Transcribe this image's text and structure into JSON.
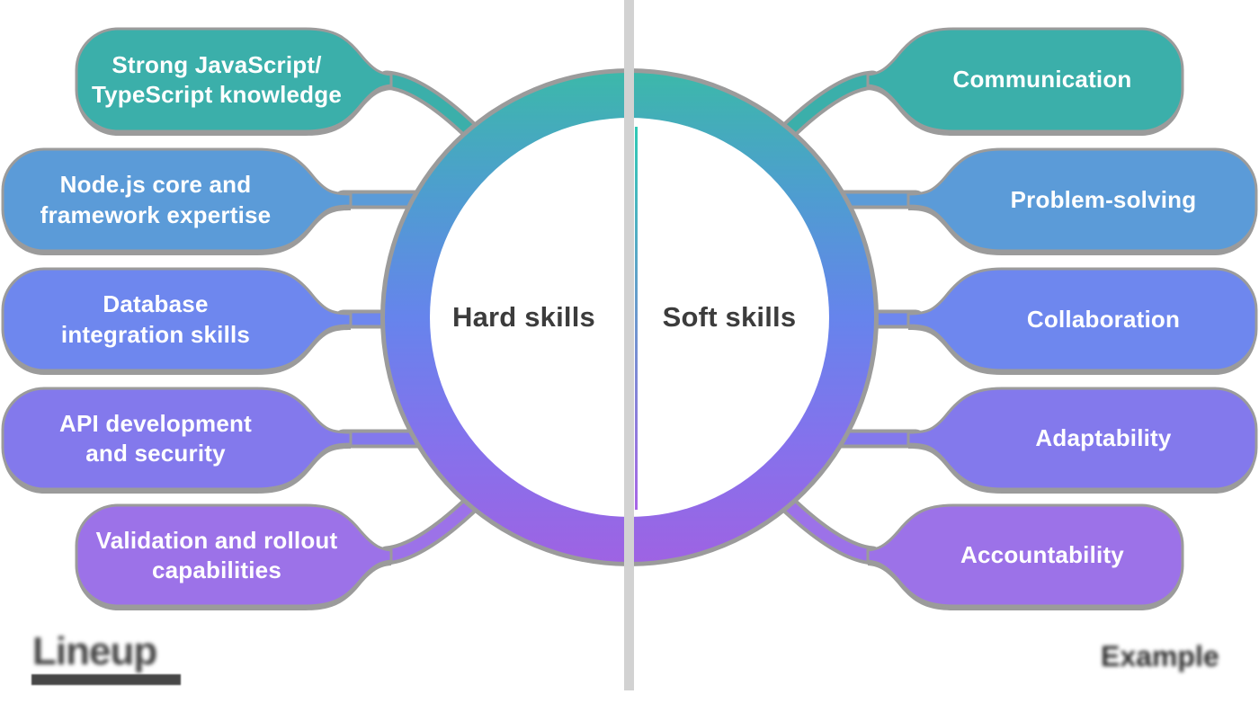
{
  "center": {
    "hard_label": "Hard skills",
    "soft_label": "Soft skills"
  },
  "ring": {
    "gradient": {
      "top": "#3CB8AA",
      "upper": "#4E9DD0",
      "middle": "#6684EC",
      "lower": "#8472EC",
      "bottom": "#9E63E3"
    }
  },
  "accent_line": {
    "top": "#2FC9B5",
    "bottom": "#A866E6"
  },
  "divider": {
    "color": "#D2D2D2"
  },
  "hard_skills": [
    {
      "line1": "Strong JavaScript/",
      "line2": "TypeScript knowledge",
      "color": "#3BAFAA"
    },
    {
      "line1": "Node.js core and",
      "line2": "framework expertise",
      "color": "#5B9BD8"
    },
    {
      "line1": "Database",
      "line2": "integration skills",
      "color": "#6E87EE"
    },
    {
      "line1": "API development",
      "line2": "and security",
      "color": "#8379EC"
    },
    {
      "line1": "Validation and rollout",
      "line2": "capabilities",
      "color": "#9C72E8"
    }
  ],
  "soft_skills": [
    {
      "label": "Communication",
      "color": "#3BAFAA"
    },
    {
      "label": "Problem-solving",
      "color": "#5B9BD8"
    },
    {
      "label": "Collaboration",
      "color": "#6E87EE"
    },
    {
      "label": "Adaptability",
      "color": "#8379EC"
    },
    {
      "label": "Accountability",
      "color": "#9C72E8"
    }
  ],
  "footer": {
    "left_logo_text": "Lineup",
    "right_logo_text": "Example"
  }
}
